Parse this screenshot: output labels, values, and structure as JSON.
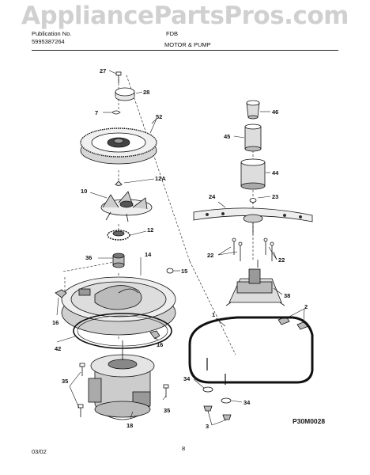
{
  "header": {
    "watermark": "AppliancePartsPros.com",
    "publication_label": "Publication No.",
    "publication_no": "5995387264",
    "model": "FDB",
    "section_title": "MOTOR & PUMP"
  },
  "callouts": {
    "p2": "2",
    "p3": "3",
    "p7": "7",
    "p10": "10",
    "p12": "12",
    "p12a": "12A",
    "p14": "14",
    "p15": "15",
    "p16a": "16",
    "p16b": "16",
    "p18": "18",
    "p22a": "22",
    "p22b": "22",
    "p23": "23",
    "p24": "24",
    "p27": "27",
    "p28": "28",
    "p34a": "34",
    "p34b": "34",
    "p35a": "35",
    "p35b": "35",
    "p36": "36",
    "p38": "38",
    "p42": "42",
    "p44": "44",
    "p45": "45",
    "p46": "46",
    "p52": "52",
    "p1": "1"
  },
  "diagram_code": "P30M0028",
  "footer": {
    "date": "03/02",
    "page": "8"
  }
}
